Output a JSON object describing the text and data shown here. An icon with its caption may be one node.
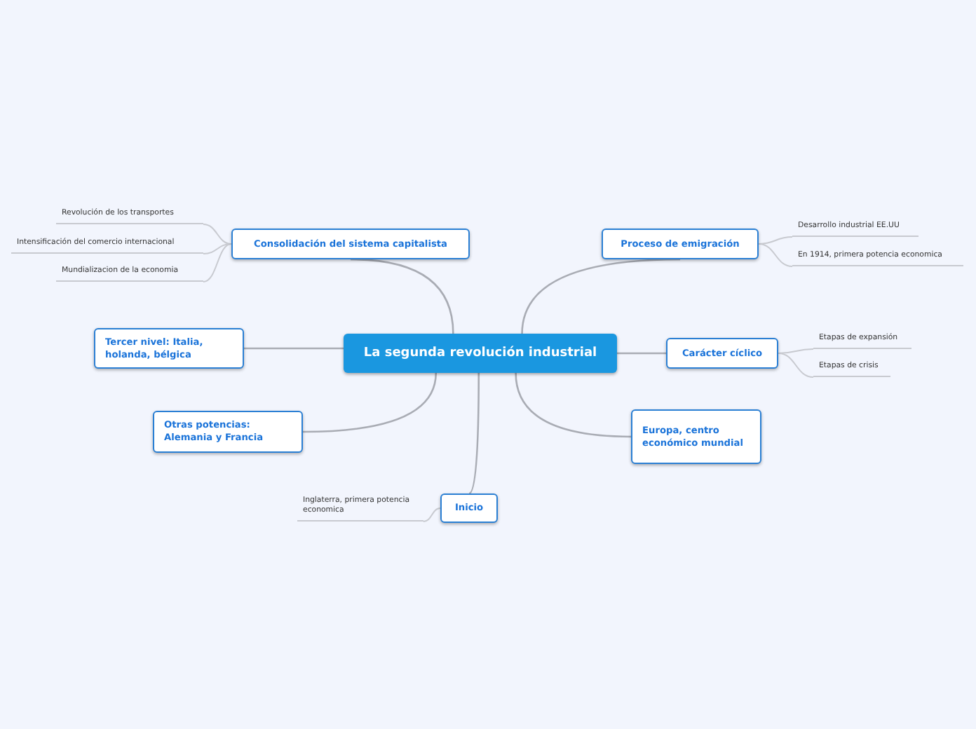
{
  "diagram": {
    "nodes": [
      {
        "text": [
          "La segunda revolución industrial"
        ]
      },
      {
        "text": [
          "Consolidación del sistema capitalista"
        ]
      },
      {
        "text": [
          "Revolución de los transportes"
        ]
      },
      {
        "text": [
          "Intensificación del comercio internacional"
        ]
      },
      {
        "text": [
          "Mundializacion de la economia"
        ]
      },
      {
        "text": [
          "Proceso de emigración"
        ]
      },
      {
        "text": [
          "Desarrollo industrial EE.UU"
        ]
      },
      {
        "text": [
          "En 1914, primera potencia economica"
        ]
      },
      {
        "text": [
          "Tercer nivel: Italia, holanda, bélgica"
        ]
      },
      {
        "text": [
          "Carácter cíclico"
        ]
      },
      {
        "text": [
          "Etapas de expansión"
        ]
      },
      {
        "text": [
          "Etapas de crisis"
        ]
      },
      {
        "text": [
          "Otras potencias: Alemania y Francia"
        ]
      },
      {
        "text": [
          "Europa, centro económico mundial"
        ]
      },
      {
        "text": [
          "Inicio"
        ]
      },
      {
        "text": [
          "Inglaterra, primera potencia economica"
        ]
      }
    ],
    "edges": [
      {
        "from": 0,
        "to": 1,
        "arrow": "none"
      },
      {
        "from": 1,
        "to": 2,
        "arrow": "none"
      },
      {
        "from": 1,
        "to": 3,
        "arrow": "none"
      },
      {
        "from": 1,
        "to": 4,
        "arrow": "none"
      },
      {
        "from": 0,
        "to": 5,
        "arrow": "none"
      },
      {
        "from": 5,
        "to": 6,
        "arrow": "none"
      },
      {
        "from": 5,
        "to": 7,
        "arrow": "none"
      },
      {
        "from": 0,
        "to": 8,
        "arrow": "none"
      },
      {
        "from": 0,
        "to": 9,
        "arrow": "none"
      },
      {
        "from": 9,
        "to": 10,
        "arrow": "none"
      },
      {
        "from": 9,
        "to": 11,
        "arrow": "none"
      },
      {
        "from": 0,
        "to": 12,
        "arrow": "none"
      },
      {
        "from": 0,
        "to": 13,
        "arrow": "none"
      },
      {
        "from": 0,
        "to": 14,
        "arrow": "none"
      },
      {
        "from": 14,
        "to": 15,
        "arrow": "none"
      }
    ]
  }
}
